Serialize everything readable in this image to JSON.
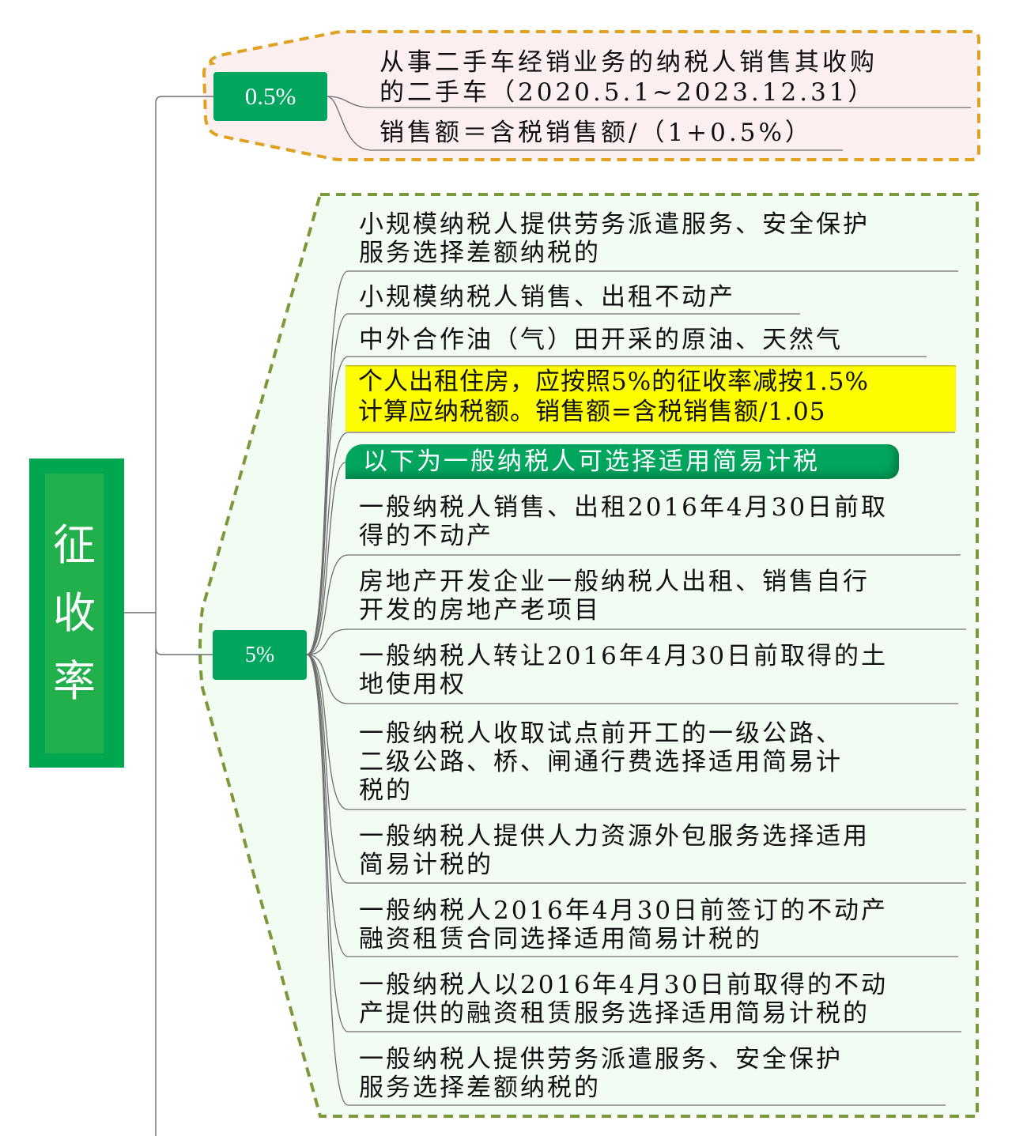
{
  "root": {
    "label_chars": [
      "征",
      "收",
      "率"
    ],
    "label": "征收率"
  },
  "branches": [
    {
      "rate": "0.5%",
      "boundary_color": "#e0a020",
      "boundary_fill": "#fcefef",
      "items": [
        {
          "text": "从事二手车经销业务的纳税人销售其收购\n的二手车（2020.5.1~2023.12.31）"
        },
        {
          "text": "销售额＝含税销售额/（1+0.5%）"
        }
      ]
    },
    {
      "rate": "5%",
      "boundary_color": "#7a9a3a",
      "boundary_fill": "#f3fcf3",
      "items": [
        {
          "text": "小规模纳税人提供劳务派遣服务、安全保护\n服务选择差额纳税的"
        },
        {
          "text": "小规模纳税人销售、出租不动产"
        },
        {
          "text": "中外合作油（气）田开采的原油、天然气"
        },
        {
          "text": "个人出租住房，应按照5%的征收率减按1.5%\n计算应纳税额。销售额=含税销售额/1.05",
          "style": "highlight",
          "color": "#fdfd00"
        },
        {
          "text": "以下为一般纳税人可选择适用简易计税",
          "style": "green-tag",
          "color": "#00a65e"
        },
        {
          "text": "一般纳税人销售、出租2016年4月30日前取\n得的不动产"
        },
        {
          "text": "房地产开发企业一般纳税人出租、销售自行\n开发的房地产老项目"
        },
        {
          "text": "一般纳税人转让2016年4月30日前取得的土\n地使用权"
        },
        {
          "text": "一般纳税人收取试点前开工的一级公路、\n二级公路、桥、闸通行费选择适用简易计\n税的"
        },
        {
          "text": "一般纳税人提供人力资源外包服务选择适用\n简易计税的"
        },
        {
          "text": "一般纳税人2016年4月30日前签订的不动产\n融资租赁合同选择适用简易计税的"
        },
        {
          "text": "一般纳税人以2016年4月30日前取得的不动\n产提供的融资租赁服务选择适用简易计税的"
        },
        {
          "text": "一般纳税人提供劳务派遣服务、安全保护\n服务选择差额纳税的"
        }
      ]
    }
  ],
  "colors": {
    "root_fill": "#00a650",
    "root_inner": "#22b04c",
    "rate_fill": "#00a65e",
    "connector": "#6e6e6e"
  }
}
